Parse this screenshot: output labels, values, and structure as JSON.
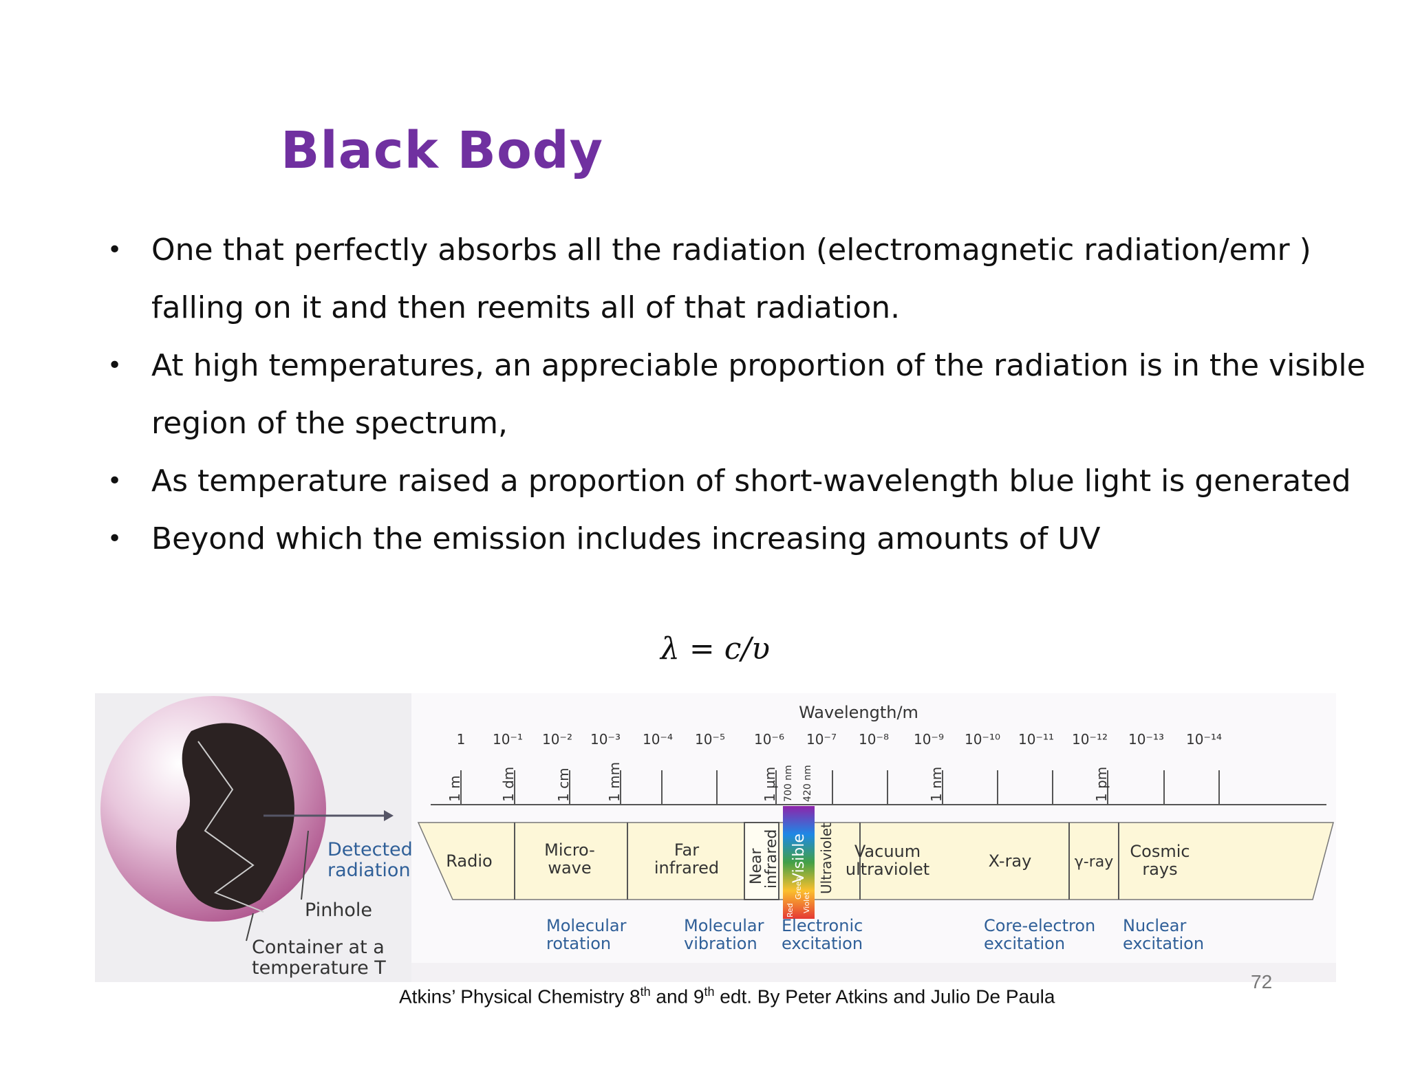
{
  "title": "Black Body",
  "bullets": [
    "One that perfectly absorbs all the radiation (electromagnetic radiation/emr ) falling on it and then reemits all of that radiation.",
    "At high temperatures, an appreciable proportion of the radiation is in the visible region of the spectrum,",
    "As temperature raised a proportion of short-wavelength blue light is generated",
    "Beyond which the emission includes increasing amounts of UV"
  ],
  "bullet_char": "•",
  "equation": "λ = c/υ",
  "figure": {
    "container": {
      "detected": "Detected",
      "radiation": "radiation",
      "pinhole": "Pinhole",
      "container_line1": "Container at a",
      "container_line2": "temperature T"
    },
    "spectrum": {
      "axis_title": "Wavelength/m",
      "ticks": [
        "1",
        "10⁻¹",
        "10⁻²",
        "10⁻³",
        "10⁻⁴",
        "10⁻⁵",
        "10⁻⁶",
        "10⁻⁷",
        "10⁻⁸",
        "10⁻⁹",
        "10⁻¹⁰",
        "10⁻¹¹",
        "10⁻¹²",
        "10⁻¹³",
        "10⁻¹⁴"
      ],
      "unit_labels": {
        "m": "1 m",
        "dm": "1 dm",
        "cm": "1 cm",
        "mm": "1 mm",
        "um": "1 µm",
        "nm700": "700 nm",
        "nm420": "420 nm",
        "nm": "1 nm",
        "pm": "1 pm"
      },
      "regions": {
        "radio": "Radio",
        "micro1": "Micro-",
        "micro2": "wave",
        "far1": "Far",
        "far2": "infrared",
        "near1": "Near",
        "near2": "infrared",
        "visible": "Visible",
        "uv": "Ultraviolet",
        "vac1": "Vacuum",
        "vac2": "ultraviolet",
        "xray": "X-ray",
        "gamma": "γ-ray",
        "cosmic1": "Cosmic",
        "cosmic2": "rays"
      },
      "colors": {
        "red": "Red",
        "green": "Green",
        "violet": "Violet"
      },
      "processes": {
        "molrot1": "Molecular",
        "molrot2": "rotation",
        "molvib1": "Molecular",
        "molvib2": "vibration",
        "elec1": "Electronic",
        "elec2": "excitation",
        "core1": "Core-electron",
        "core2": "excitation",
        "nuc1": "Nuclear",
        "nuc2": "excitation"
      }
    }
  },
  "caption": {
    "pre": "Atkins’ Physical Chemistry  8",
    "sup1": "th",
    "mid": "  and 9",
    "sup2": "th",
    "post": " edt. By Peter Atkins and Julio De Paula"
  },
  "page_number": "72"
}
